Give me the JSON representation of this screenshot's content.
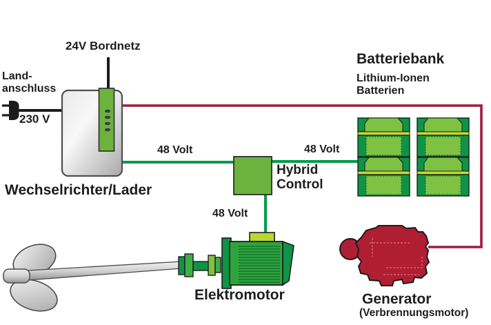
{
  "bordnetz": {
    "label": "24V Bordnetz"
  },
  "shore": {
    "line1": "Land-",
    "line2": "anschluss",
    "voltage": "230 V"
  },
  "inverter": {
    "label": "Wechselrichter/Lader"
  },
  "battery_bank": {
    "title": "Batteriebank",
    "sub1": "Lithium-Ionen",
    "sub2": "Batterien",
    "count": 4
  },
  "hybrid": {
    "line1": "Hybrid",
    "line2": "Control"
  },
  "wire_labels": {
    "inverter_to_control": "48 Volt",
    "control_to_battery": "48 Volt",
    "control_to_motor": "48 Volt"
  },
  "motor": {
    "label": "Elektromotor"
  },
  "generator": {
    "title": "Generator",
    "subtitle": "(Verbrennungsmotor)"
  },
  "colors": {
    "wire_green": "#009B48",
    "wire_red": "#9E1C3C",
    "wire_black": "#1B1B1B",
    "module_green": "#6CB33E",
    "battery_dark_green": "#0F9347",
    "battery_light_green": "#7FC142",
    "stripe_yellow_green": "#C8D92E",
    "engine_red": "#AF1E32",
    "text": "#1D1D1F"
  }
}
